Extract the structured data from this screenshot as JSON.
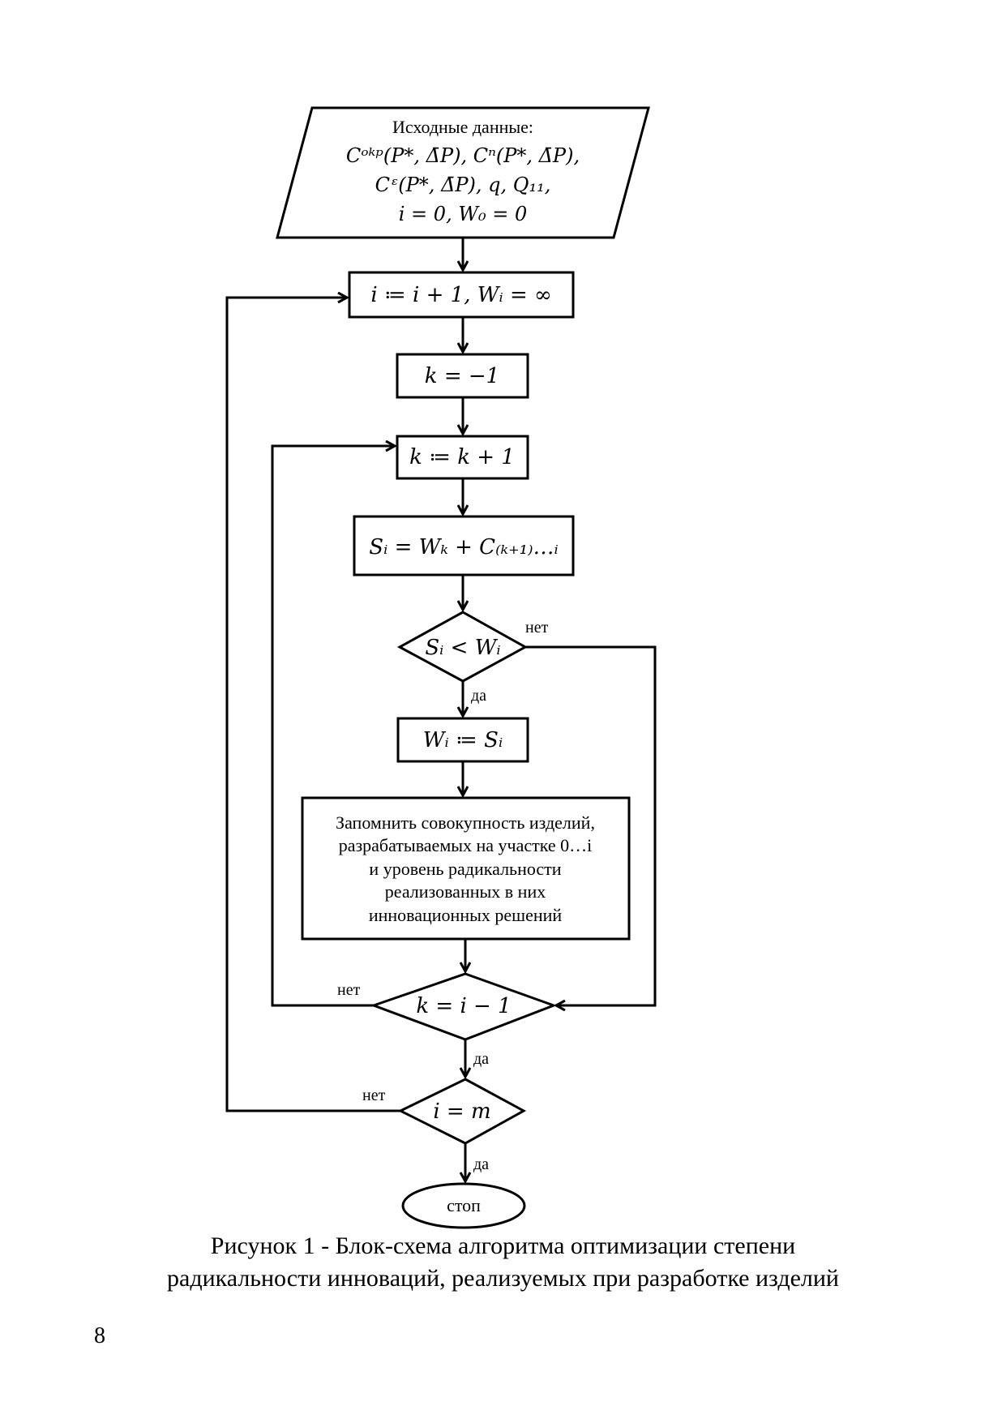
{
  "input_block": {
    "title": "Исходные данные:",
    "line1": "Cᵒᵏᵖ(P*, Δ̄P), Cⁿ(P*, Δ̄P),",
    "line2": "Cᵋ(P*, Δ̄P), q, Q₁₁,",
    "line3": "i = 0, W₀ = 0"
  },
  "steps": {
    "inc_i": "i ≔ i + 1, Wᵢ = ∞",
    "init_k": "k = −1",
    "inc_k": "k ≔ k + 1",
    "calc_s": "Sᵢ = Wₖ + C₍ₖ₊₁₎…ᵢ",
    "assign_w": "Wᵢ ≔ Sᵢ",
    "memo_lines": [
      "Запомнить совокупность изделий,",
      "разрабатываемых на участке 0…i",
      "и уровень радикальности",
      "реализованных в них",
      "инновационных решений"
    ]
  },
  "decisions": {
    "compare": "Sᵢ < Wᵢ",
    "k_check": "k = i − 1",
    "i_check": "i = m"
  },
  "labels": {
    "yes": "да",
    "no": "нет"
  },
  "terminal": "стоп",
  "caption": {
    "line1": "Рисунок 1 - Блок-схема алгоритма оптимизации степени",
    "line2": "радикальности инноваций, реализуемых при разработке изделий"
  },
  "page_number": "8"
}
